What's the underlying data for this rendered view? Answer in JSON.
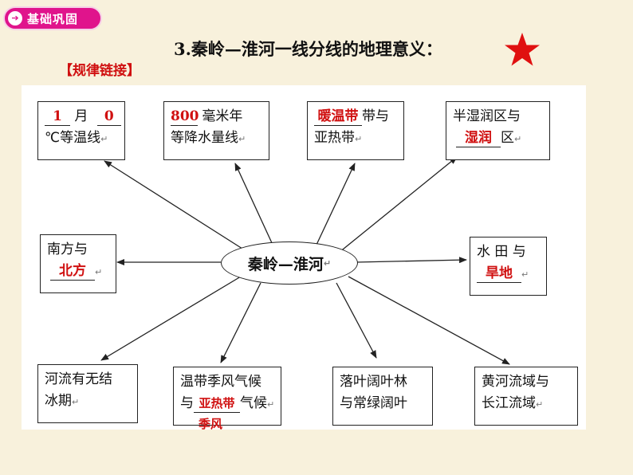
{
  "badge": {
    "label": "基础巩固"
  },
  "title": "3.秦岭—淮河一线分线的地理意义：",
  "rule_link": "【规律链接】",
  "return_mark": "↵",
  "center": "秦岭—淮河",
  "boxes": {
    "temp": {
      "blank1": "1",
      "month": "月",
      "blank2": "0",
      "line2": "℃等温线"
    },
    "precip": {
      "blank": "800",
      "unit": "毫米年",
      "line2": "等降水量线"
    },
    "climate_belt": {
      "blank": "暖温带",
      "text1": "带与",
      "line2": "亚热带"
    },
    "moisture": {
      "line1": "半湿润区与",
      "blank": "湿润",
      "suffix": "区"
    },
    "north_south": {
      "line1": "南方与",
      "blank": "北方"
    },
    "farmland": {
      "line1": "水 田 与",
      "blank": "旱地"
    },
    "river_ice": {
      "line1": "河流有无结",
      "line2": "冰期"
    },
    "monsoon": {
      "line1": "温带季风气候",
      "prefix": "与",
      "blank": "亚热带",
      "suffix": "气候",
      "overflow": "季风"
    },
    "forest": {
      "line1": "落叶阔叶林",
      "line2": "与常绿阔叶"
    },
    "basins": {
      "line1": "黄河流域与",
      "line2": "长江流域"
    }
  }
}
